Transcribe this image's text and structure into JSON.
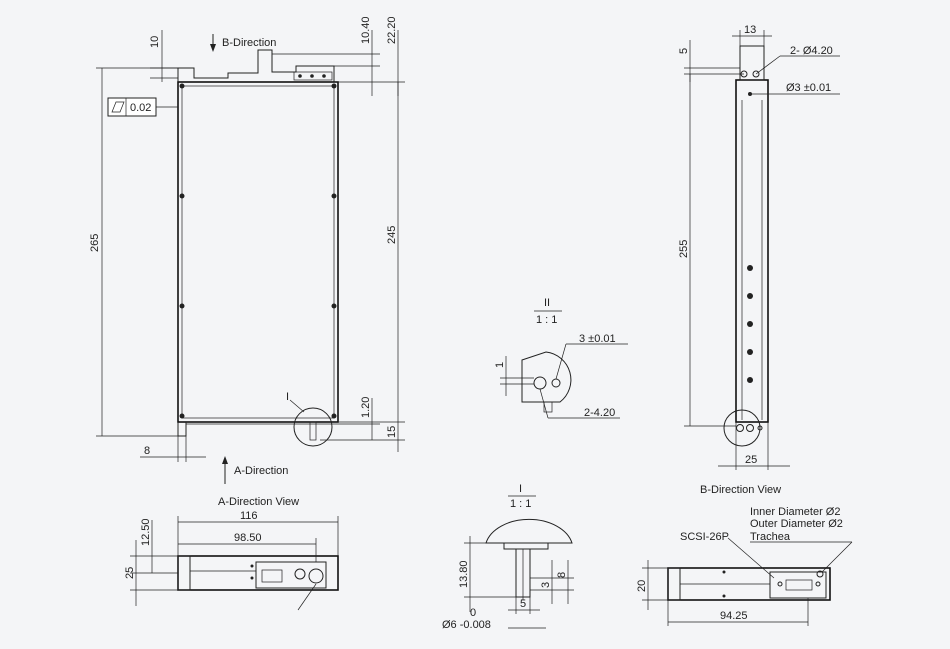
{
  "front": {
    "dims": {
      "d10": "10",
      "d10_40": "10.40",
      "d22_20": "22.20",
      "d265": "265",
      "d245": "245",
      "d1_20": "1.20",
      "d15": "15",
      "d8": "8"
    },
    "b_direction": "B-Direction",
    "a_direction": "A-Direction",
    "flatness_value": "0.02",
    "detail_mark": "I"
  },
  "side": {
    "dims": {
      "d13": "13",
      "d5": "5",
      "d255": "255",
      "d25": "25"
    },
    "hole_note": "2- Ø4.20",
    "pin_note": "Ø3 ±0.01",
    "caption": "B-Direction View"
  },
  "detail2": {
    "title": "II",
    "scale": "1 : 1",
    "pin_note": "3 ±0.01",
    "hole_note": "2-4.20",
    "d1": "1"
  },
  "bottom_a": {
    "caption": "A-Direction View",
    "dims": {
      "d116": "116",
      "d98_50": "98.50",
      "d12_50": "12.50",
      "d25": "25"
    }
  },
  "detail1": {
    "title": "I",
    "scale": "1 : 1",
    "dims": {
      "d13_80": "13.80",
      "d3": "3",
      "d8": "8",
      "d5": "5",
      "d0": "0",
      "tol": "Ø6 -0.008"
    }
  },
  "bottom_b": {
    "dims": {
      "d20": "20",
      "d94_25": "94.25"
    },
    "connector": "SCSI-26P",
    "inner": "Inner Diameter Ø2",
    "outer": "Outer Diameter Ø2",
    "trachea": "Trachea"
  }
}
